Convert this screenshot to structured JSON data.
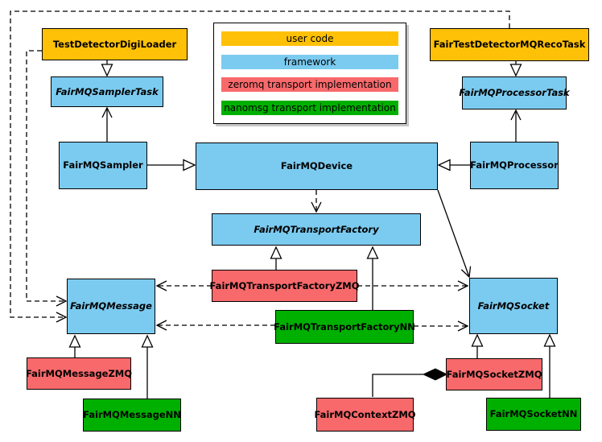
{
  "diagram": {
    "kind": "uml-class-diagram",
    "subject": "FairMQ framework classes and transport implementations"
  },
  "colors": {
    "user_code": "#FFC107",
    "framework": "#7BCBF0",
    "zeromq": "#F8696B",
    "nanomsg": "#00B000",
    "line": "#000000",
    "background": "#FFFFFF"
  },
  "legend": {
    "items": [
      {
        "label": "user code",
        "category": "user_code"
      },
      {
        "label": "framework",
        "category": "framework"
      },
      {
        "label": "zeromq transport implementation",
        "category": "zeromq"
      },
      {
        "label": "nanomsg transport implementation",
        "category": "nanomsg"
      }
    ]
  },
  "classes": {
    "digiLoader": {
      "label": "TestDetectorDigiLoader",
      "category": "user_code",
      "abstract": false
    },
    "recoTask": {
      "label": "FairTestDetectorMQRecoTask",
      "category": "user_code",
      "abstract": false
    },
    "samplerTask": {
      "label": "FairMQSamplerTask",
      "category": "framework",
      "abstract": true
    },
    "processorTask": {
      "label": "FairMQProcessorTask",
      "category": "framework",
      "abstract": true
    },
    "sampler": {
      "label": "FairMQSampler",
      "category": "framework",
      "abstract": false
    },
    "device": {
      "label": "FairMQDevice",
      "category": "framework",
      "abstract": false
    },
    "processor": {
      "label": "FairMQProcessor",
      "category": "framework",
      "abstract": false
    },
    "transportFactory": {
      "label": "FairMQTransportFactory",
      "category": "framework",
      "abstract": true
    },
    "transportFactoryZMQ": {
      "label": "FairMQTransportFactoryZMQ",
      "category": "zeromq",
      "abstract": false
    },
    "transportFactoryNN": {
      "label": "FairMQTransportFactoryNN",
      "category": "nanomsg",
      "abstract": false
    },
    "message": {
      "label": "FairMQMessage",
      "category": "framework",
      "abstract": true
    },
    "socket": {
      "label": "FairMQSocket",
      "category": "framework",
      "abstract": true
    },
    "messageZMQ": {
      "label": "FairMQMessageZMQ",
      "category": "zeromq",
      "abstract": false
    },
    "messageNN": {
      "label": "FairMQMessageNN",
      "category": "nanomsg",
      "abstract": false
    },
    "contextZMQ": {
      "label": "FairMQContextZMQ",
      "category": "zeromq",
      "abstract": false
    },
    "socketZMQ": {
      "label": "FairMQSocketZMQ",
      "category": "zeromq",
      "abstract": false
    },
    "socketNN": {
      "label": "FairMQSocketNN",
      "category": "nanomsg",
      "abstract": false
    }
  },
  "relations": [
    {
      "from": "TestDetectorDigiLoader",
      "to": "FairMQSamplerTask",
      "type": "inheritance"
    },
    {
      "from": "FairTestDetectorMQRecoTask",
      "to": "FairMQProcessorTask",
      "type": "inheritance"
    },
    {
      "from": "FairMQSampler",
      "to": "FairMQDevice",
      "type": "inheritance"
    },
    {
      "from": "FairMQProcessor",
      "to": "FairMQDevice",
      "type": "inheritance"
    },
    {
      "from": "FairMQTransportFactoryZMQ",
      "to": "FairMQTransportFactory",
      "type": "inheritance"
    },
    {
      "from": "FairMQTransportFactoryNN",
      "to": "FairMQTransportFactory",
      "type": "inheritance"
    },
    {
      "from": "FairMQMessageZMQ",
      "to": "FairMQMessage",
      "type": "inheritance"
    },
    {
      "from": "FairMQMessageNN",
      "to": "FairMQMessage",
      "type": "inheritance"
    },
    {
      "from": "FairMQSocketZMQ",
      "to": "FairMQSocket",
      "type": "inheritance"
    },
    {
      "from": "FairMQSocketNN",
      "to": "FairMQSocket",
      "type": "inheritance"
    },
    {
      "from": "FairMQSampler",
      "to": "FairMQSamplerTask",
      "type": "association"
    },
    {
      "from": "FairMQProcessor",
      "to": "FairMQProcessorTask",
      "type": "association"
    },
    {
      "from": "FairMQDevice",
      "to": "FairMQSocket",
      "type": "association"
    },
    {
      "from": "FairMQDevice",
      "to": "FairMQTransportFactory",
      "type": "dependency"
    },
    {
      "from": "TestDetectorDigiLoader",
      "to": "FairMQMessage",
      "type": "dependency"
    },
    {
      "from": "FairTestDetectorMQRecoTask",
      "to": "FairMQMessage",
      "type": "dependency"
    },
    {
      "from": "FairMQTransportFactoryZMQ",
      "to": "FairMQMessage",
      "type": "dependency"
    },
    {
      "from": "FairMQTransportFactoryZMQ",
      "to": "FairMQSocket",
      "type": "dependency"
    },
    {
      "from": "FairMQTransportFactoryNN",
      "to": "FairMQMessage",
      "type": "dependency"
    },
    {
      "from": "FairMQTransportFactoryNN",
      "to": "FairMQSocket",
      "type": "dependency"
    },
    {
      "from": "FairMQSocketZMQ",
      "to": "FairMQContextZMQ",
      "type": "composition"
    }
  ]
}
